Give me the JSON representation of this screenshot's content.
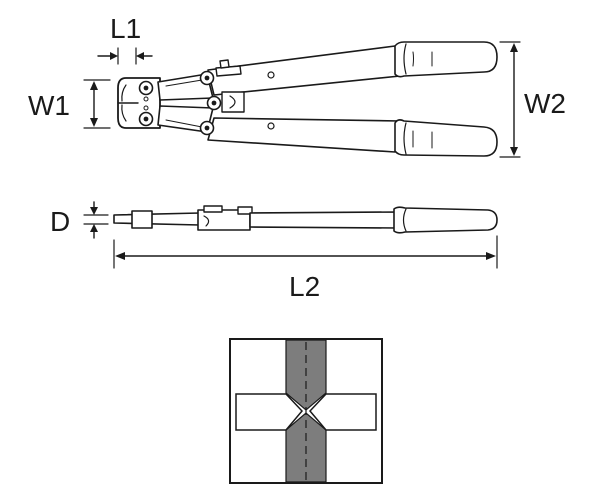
{
  "labels": {
    "l1": "L1",
    "w1": "W1",
    "w2": "W2",
    "d": "D",
    "l2": "L2"
  },
  "colors": {
    "line": "#1a1a1a",
    "blade_fill": "#7d7d7d",
    "background": "#ffffff"
  }
}
